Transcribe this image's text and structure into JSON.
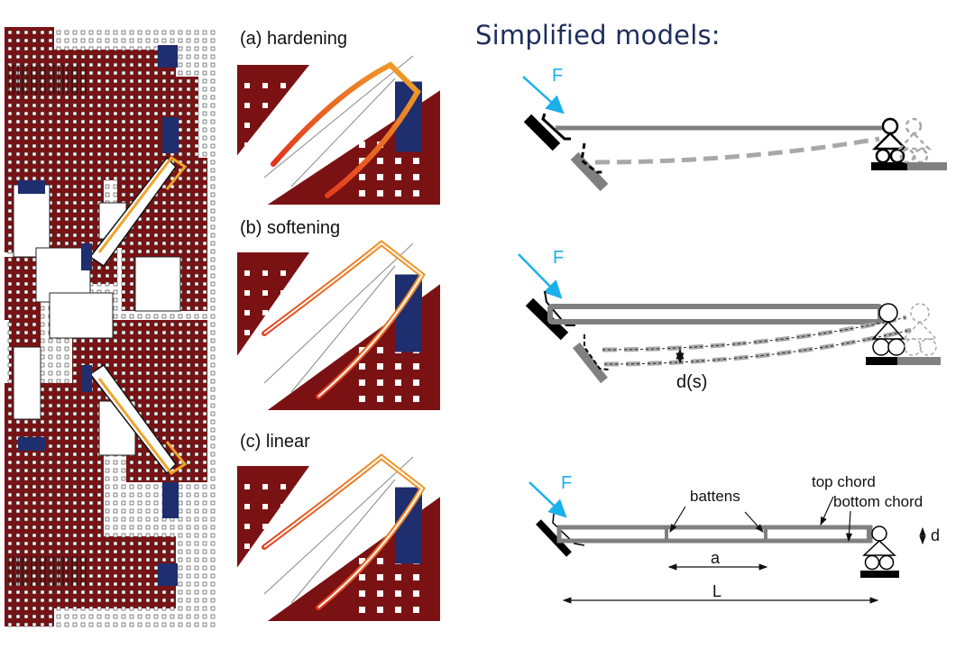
{
  "title": "Simplified models:",
  "panels": [
    {
      "id": "a",
      "label": "(a) hardening"
    },
    {
      "id": "b",
      "label": "(b) softening"
    },
    {
      "id": "c",
      "label": "(c) linear"
    }
  ],
  "models": {
    "force_label": "F",
    "model_2": {
      "deflection_label": "d(s)"
    },
    "model_3": {
      "battens_label": "battens",
      "top_chord_label": "top chord",
      "bottom_chord_label": "bottom chord",
      "height_label": "d",
      "batten_spacing_label": "a",
      "length_label": "L"
    }
  },
  "colors": {
    "title": "#1f2d5c",
    "force_arrow": "#1ab0ea",
    "beam": "#808080",
    "beam_deformed": "#a8a8a8",
    "anchor": "#7a1214",
    "actuator": "#1e2e6e",
    "flexure_hot": "#e0241b",
    "flexure_warm": "#f0a42a"
  }
}
